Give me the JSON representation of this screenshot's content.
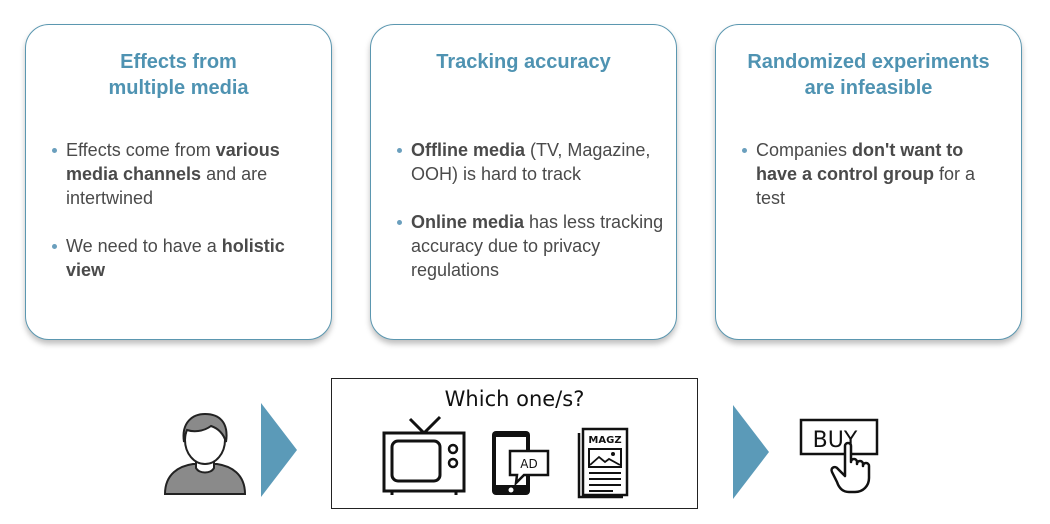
{
  "cards": [
    {
      "title_line1": "Effects from",
      "title_line2": "multiple media",
      "bullets": [
        [
          {
            "t": "Effects come from ",
            "b": false
          },
          {
            "t": "various media channels",
            "b": true
          },
          {
            "t": " and are intertwined",
            "b": false
          }
        ],
        [
          {
            "t": "We need to have a ",
            "b": false
          },
          {
            "t": "holistic view",
            "b": true
          }
        ]
      ]
    },
    {
      "title_line1": "Tracking accuracy",
      "title_line2": "",
      "bullets": [
        [
          {
            "t": "Offline media",
            "b": true
          },
          {
            "t": " (TV, Magazine, OOH) is hard to track",
            "b": false
          }
        ],
        [
          {
            "t": "Online media",
            "b": true
          },
          {
            "t": " has less tracking accuracy due to privacy regulations",
            "b": false
          }
        ]
      ]
    },
    {
      "title_line1": "Randomized experiments",
      "title_line2": "are infeasible",
      "bullets": [
        [
          {
            "t": "Companies ",
            "b": false
          },
          {
            "t": "don't want to have a control group",
            "b": true
          },
          {
            "t": " for a test",
            "b": false
          }
        ]
      ]
    }
  ],
  "media_box": {
    "title": "Which one/s?",
    "ad_label": "AD",
    "magazine_label": "MAGZ"
  },
  "buy_label": "BUY",
  "colors": {
    "accent": "#4f93b2",
    "border": "#5b97b0",
    "arrow": "#5b9ab8",
    "person": "#8a8a8a"
  },
  "icons": [
    "person-icon",
    "tv-icon",
    "phone-ad-icon",
    "magazine-icon",
    "buy-button-click-icon"
  ]
}
